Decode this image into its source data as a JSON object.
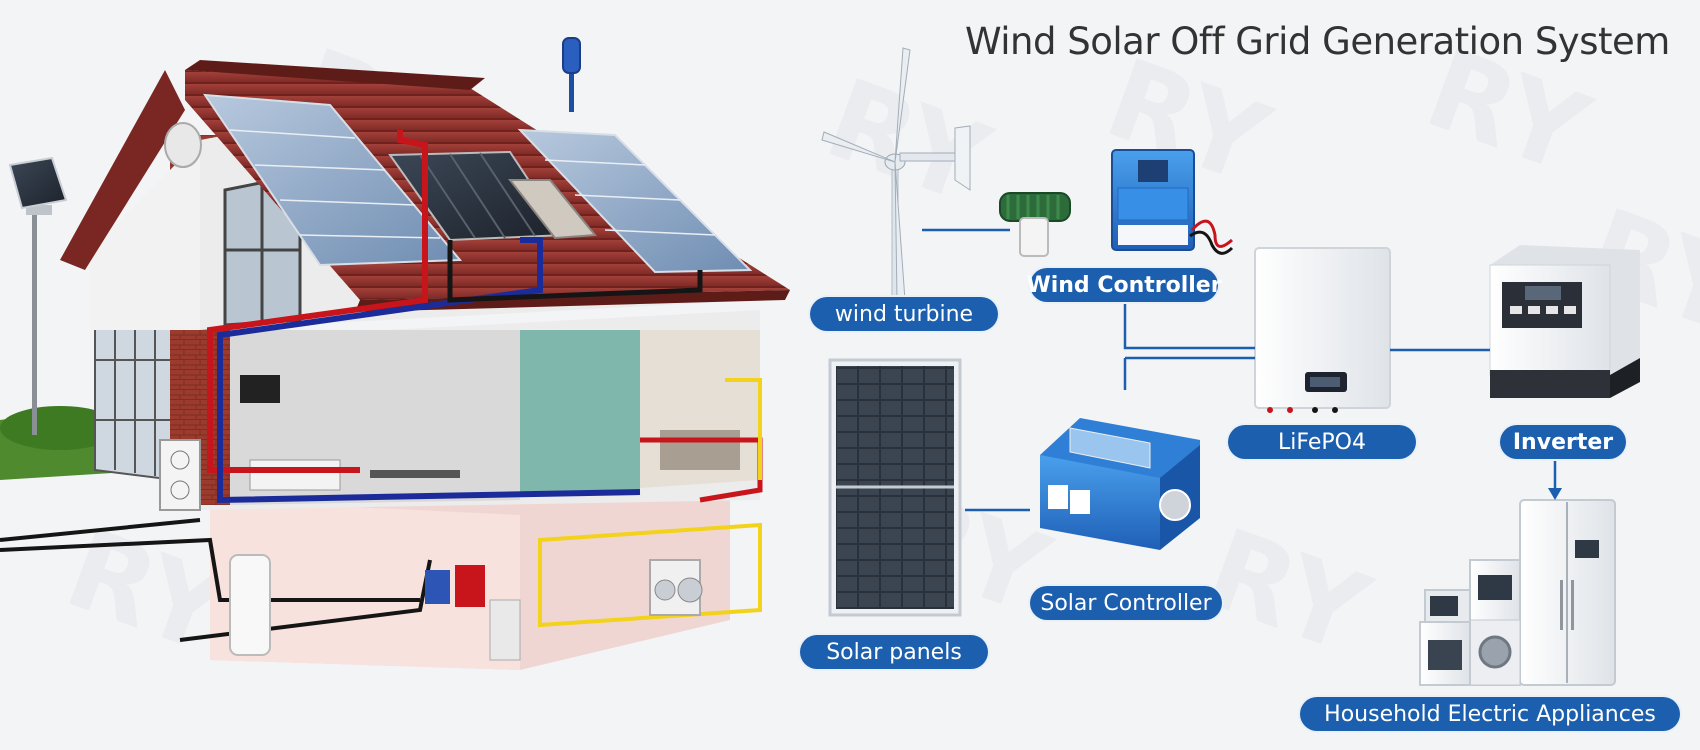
{
  "title": "Wind Solar Off Grid Generation System",
  "watermark": "RY",
  "labels": {
    "wind_turbine": "wind turbine",
    "wind_controller": "Wind Controller",
    "solar_panels": "Solar panels",
    "solar_controller": "Solar Controller",
    "battery": "LiFePO4",
    "inverter": "Inverter",
    "appliances": "Household Electric Appliances"
  },
  "colors": {
    "label_bg": "#1c5fae",
    "connector": "#1c5fae",
    "roof": "#8b2d2a",
    "brick": "#9a3b2d",
    "controller_blue": "#2f7fd6",
    "cable_red": "#c8141b",
    "cable_blue": "#1b2c9a",
    "cable_yellow": "#f2d21b"
  }
}
